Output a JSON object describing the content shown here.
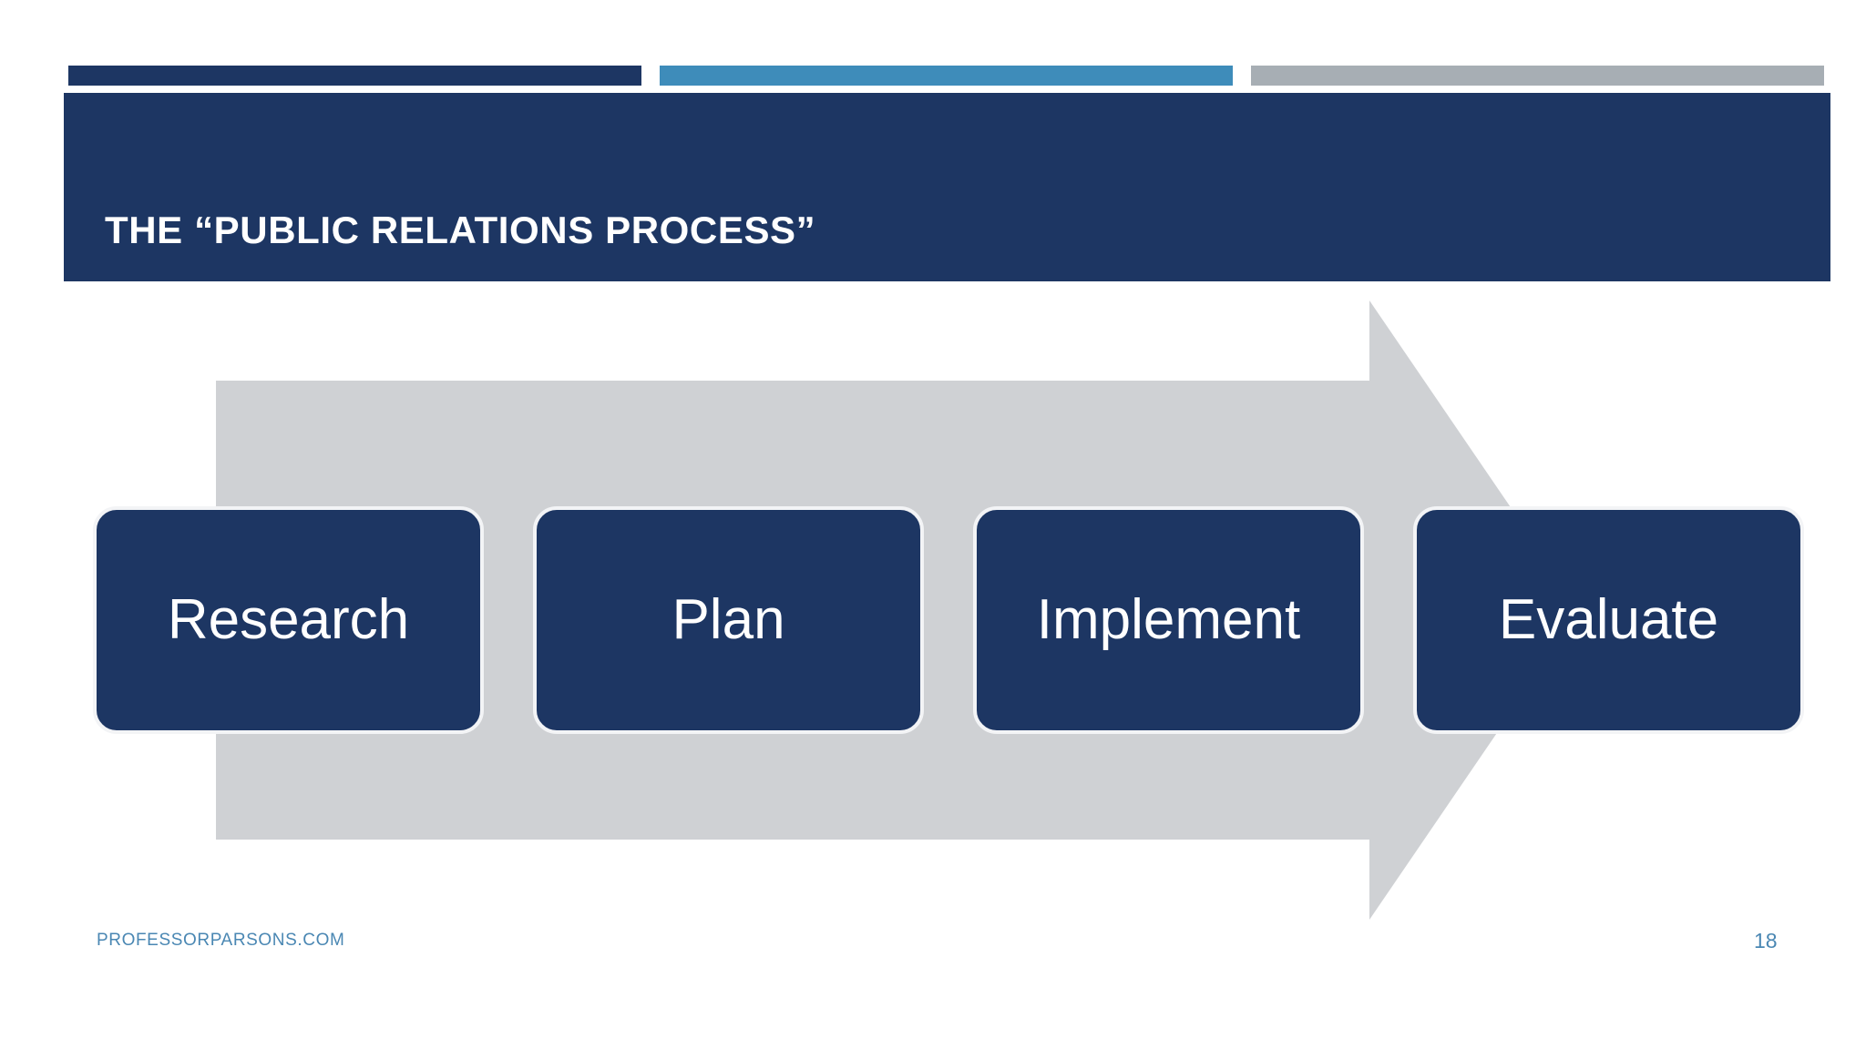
{
  "slide": {
    "title": "THE “PUBLIC RELATIONS PROCESS”",
    "page_number": "18",
    "footer_site": "PROFESSORPARSONS.COM"
  },
  "colors": {
    "navy": "#1d3663",
    "blue": "#3e8cba",
    "gray": "#a7aeb4",
    "arrow_gray": "#cfd1d4",
    "box_border": "#f3f4f6",
    "footer_blue": "#4a87b3",
    "background": "#ffffff"
  },
  "top_bars": [
    {
      "name": "navy-bar",
      "color": "#1d3663"
    },
    {
      "name": "blue-bar",
      "color": "#3e8cba"
    },
    {
      "name": "gray-bar",
      "color": "#a7aeb4"
    }
  ],
  "diagram": {
    "type": "process-arrow",
    "direction": "left-to-right",
    "stages": [
      {
        "label": "Research"
      },
      {
        "label": "Plan"
      },
      {
        "label": "Implement"
      },
      {
        "label": "Evaluate"
      }
    ]
  }
}
